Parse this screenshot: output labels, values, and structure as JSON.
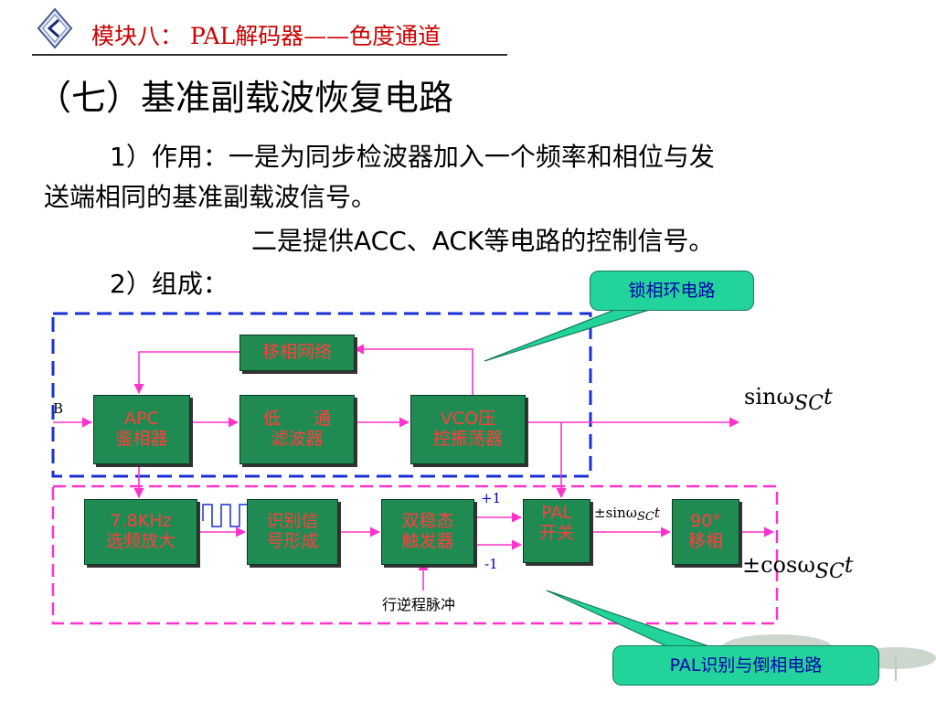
{
  "header": {
    "title": "模块八： PAL解码器——色度通道"
  },
  "section_title": "（七）基准副载波恢复电路",
  "body": {
    "line1": "1）作用：一是为同步检波器加入一个频率和相位与发",
    "line2": "送端相同的基准副载波信号。",
    "line3": "二是提供ACC、ACK等电路的控制信号。",
    "line4": "2）组成："
  },
  "diagram": {
    "input_label": "B",
    "blocks": {
      "phase_shift_net": "移相网络",
      "apc": [
        "APC",
        "鉴相器"
      ],
      "lowpass": [
        "低      通",
        "滤波器"
      ],
      "vco": [
        "VCO压",
        "控振荡器"
      ],
      "bandpass": [
        "7.8KHz",
        "选频放大"
      ],
      "identify": [
        "识别信",
        "号形成"
      ],
      "bistable": [
        "双稳态",
        "触发器"
      ],
      "pal_switch": [
        "PAL",
        "开关"
      ],
      "shift90": [
        "90°",
        "移相"
      ]
    },
    "plus_one": "+1",
    "minus_one": "-1",
    "pulse_label": "行逆程脉冲",
    "out_sin": "sinω",
    "out_sin_sub": "SC",
    "out_sin_t": "t",
    "pm_sin": "±sinω",
    "pm_sin_sub": "SC",
    "pm_sin_t": "t",
    "pm_cos": "±cosω",
    "pm_cos_sub": "SC",
    "pm_cos_t": "t",
    "callout_pll": "锁相环电路",
    "callout_pal": "PAL识别与倒相电路"
  },
  "colors": {
    "block_fill": "#1f8a52",
    "block_text": "#ff4040",
    "arrow": "#ff33cc",
    "pll_border": "#1a2fd6",
    "pal_border": "#ff33cc",
    "callout": "#22d39b"
  }
}
